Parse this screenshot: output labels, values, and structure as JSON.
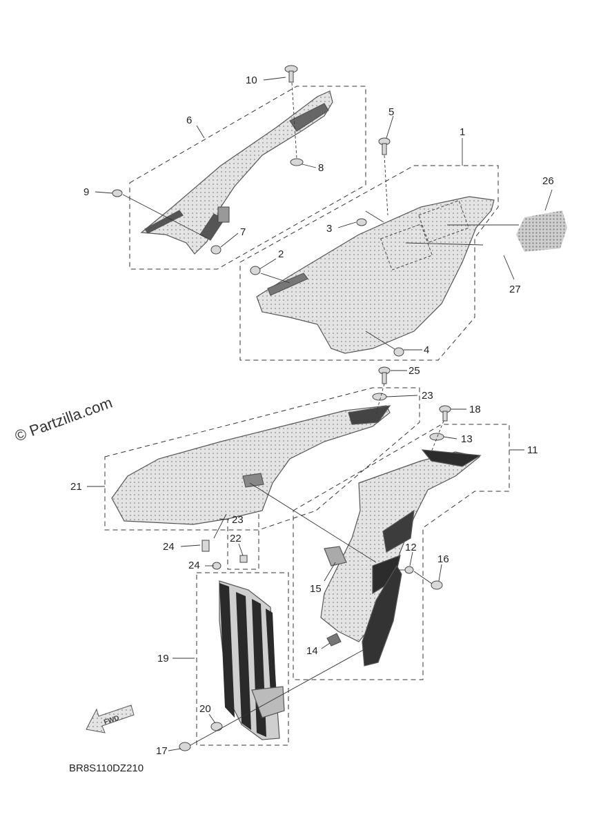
{
  "watermark": "© Partzilla.com",
  "diagram_code": "BR8S110DZ210",
  "fwd_label": "FWD",
  "callouts": {
    "c1": "1",
    "c2": "2",
    "c3": "3",
    "c4": "4",
    "c5": "5",
    "c6": "6",
    "c7": "7",
    "c8": "8",
    "c9": "9",
    "c10": "10",
    "c11": "11",
    "c12": "12",
    "c13": "13",
    "c14": "14",
    "c15": "15",
    "c16": "16",
    "c17": "17",
    "c18": "18",
    "c19": "19",
    "c20": "20",
    "c21": "21",
    "c22": "22",
    "c23a": "23",
    "c23b": "23",
    "c24a": "24",
    "c24b": "24",
    "c25": "25",
    "c26": "26",
    "c27": "27"
  },
  "colors": {
    "line": "#333333",
    "panel": "#b8b8b8",
    "panel_dark": "#3a3a3a"
  }
}
